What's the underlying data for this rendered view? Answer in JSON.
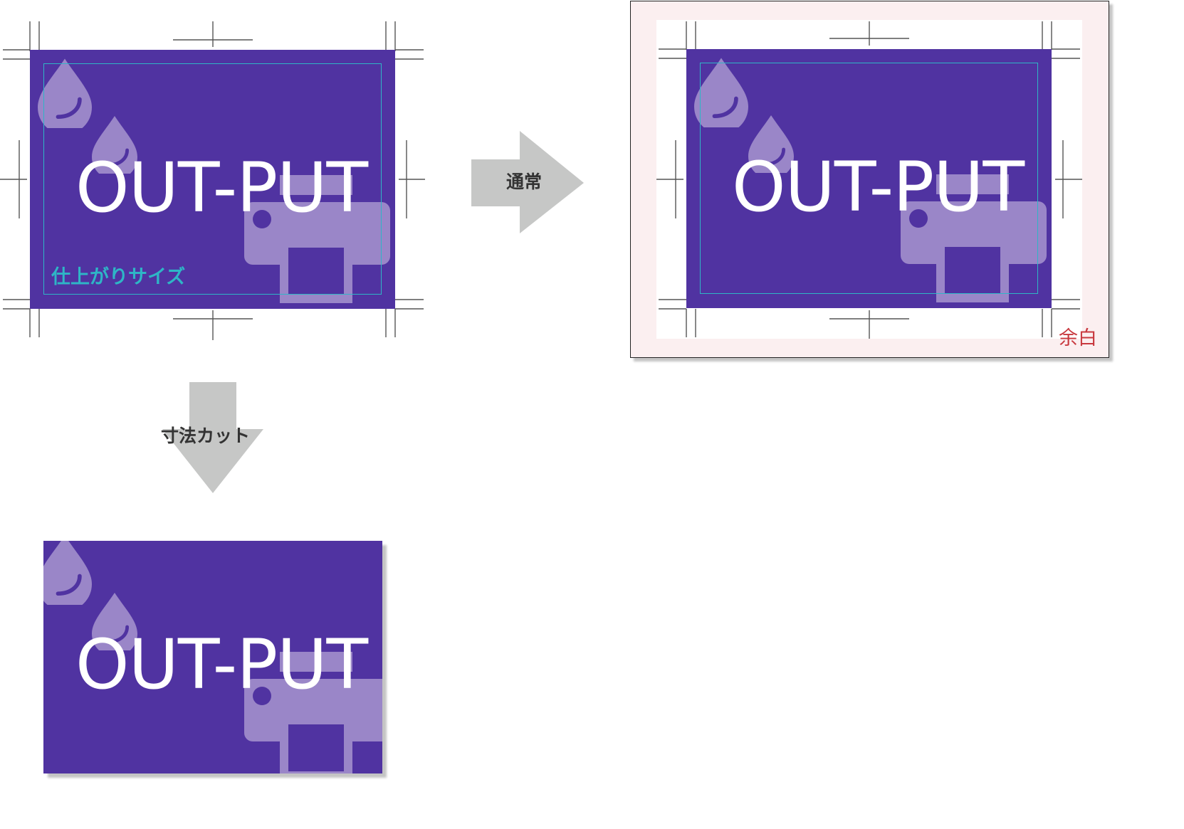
{
  "colors": {
    "card_background": "#5033a1",
    "icon_fill": "#9a86c8",
    "trim_line": "#2eb6c6",
    "arrow_fill": "#c6c7c6",
    "margin_tint": "#fbeff0",
    "margin_label": "#c8383e",
    "crop_marks": "#555555"
  },
  "icons": [
    "ink-drop-icon",
    "printer-icon"
  ],
  "panels": {
    "source": {
      "title_text": "OUT-PUT",
      "trim_label": "仕上がりサイズ"
    },
    "normal_print": {
      "title_text": "OUT-PUT",
      "margin_label": "余白"
    },
    "cut_to_size": {
      "title_text": "OUT-PUT"
    }
  },
  "arrows": {
    "right": {
      "label": "通常"
    },
    "down": {
      "label": "寸法カット"
    }
  }
}
